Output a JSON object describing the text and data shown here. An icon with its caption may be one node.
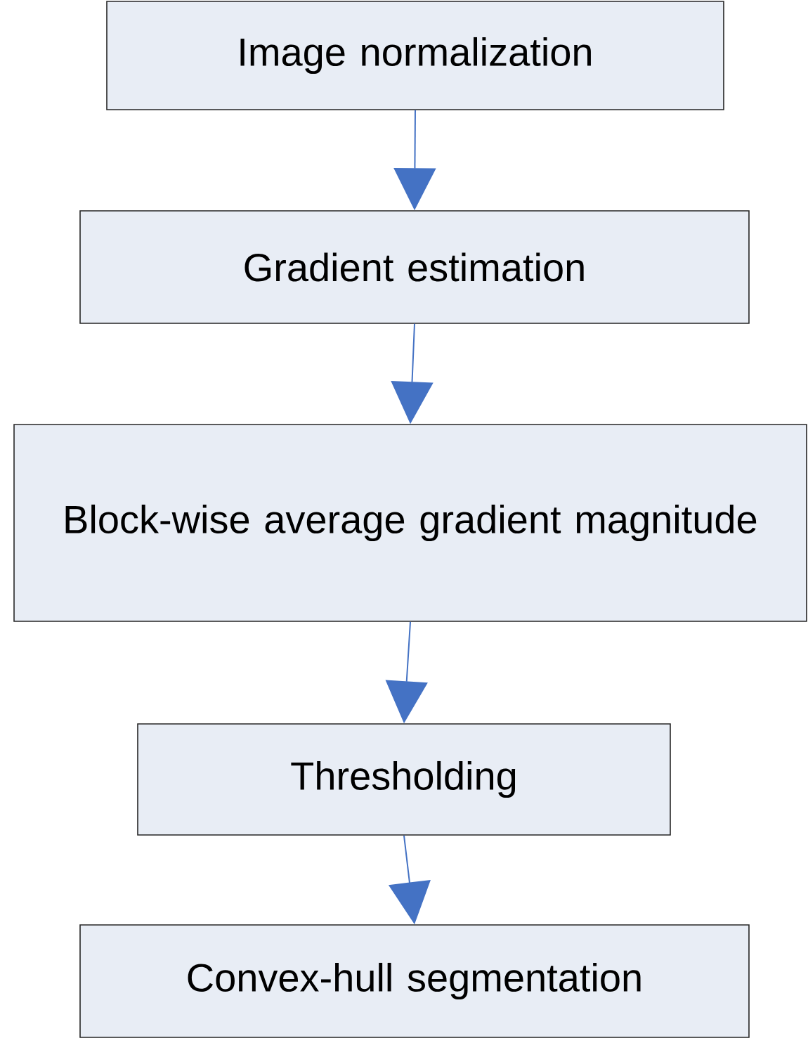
{
  "diagram": {
    "nodes": [
      {
        "text": [
          "Image normalization"
        ]
      },
      {
        "text": [
          "Gradient estimation"
        ]
      },
      {
        "text": [
          "Block-wise average gradient magnitude"
        ]
      },
      {
        "text": [
          "Thresholding"
        ]
      },
      {
        "text": [
          "Convex-hull segmentation"
        ]
      }
    ],
    "edges": [
      {
        "from": 0,
        "to": 1,
        "arrow": "to"
      },
      {
        "from": 1,
        "to": 2,
        "arrow": "to"
      },
      {
        "from": 2,
        "to": 3,
        "arrow": "to"
      },
      {
        "from": 3,
        "to": 4,
        "arrow": "to"
      }
    ]
  }
}
